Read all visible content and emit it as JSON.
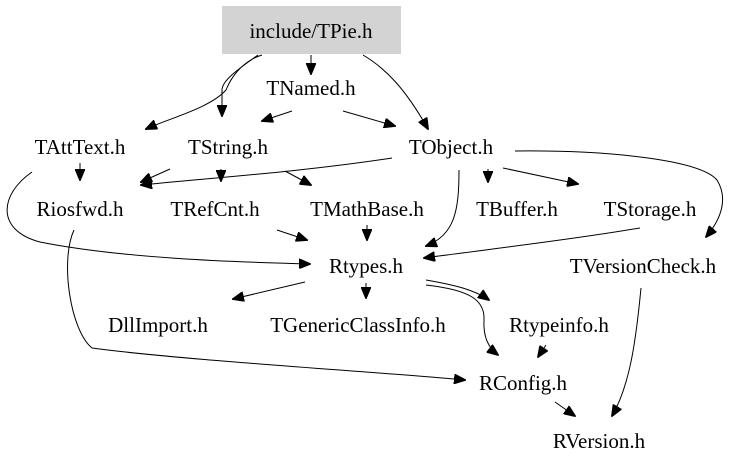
{
  "diagram": {
    "root_fill": "#d3d3d3",
    "edge_color": "#000000",
    "nodes": {
      "tpie": "include/TPie.h",
      "tnamed": "TNamed.h",
      "tatttext": "TAttText.h",
      "tstring": "TString.h",
      "tobject": "TObject.h",
      "riosfwd": "Riosfwd.h",
      "trefcnt": "TRefCnt.h",
      "tmathbase": "TMathBase.h",
      "tbuffer": "TBuffer.h",
      "tstorage": "TStorage.h",
      "rtypes": "Rtypes.h",
      "tversioncheck": "TVersionCheck.h",
      "dllimport": "DllImport.h",
      "tgenericclassinfo": "TGenericClassInfo.h",
      "rtypeinfo": "Rtypeinfo.h",
      "rconfig": "RConfig.h",
      "rversion": "RVersion.h"
    },
    "edges": [
      {
        "from": "tpie",
        "to": "tnamed"
      },
      {
        "from": "tpie",
        "to": "tatttext"
      },
      {
        "from": "tpie",
        "to": "tstring"
      },
      {
        "from": "tpie",
        "to": "tobject"
      },
      {
        "from": "tnamed",
        "to": "tstring"
      },
      {
        "from": "tnamed",
        "to": "tobject"
      },
      {
        "from": "tatttext",
        "to": "riosfwd"
      },
      {
        "from": "tatttext",
        "to": "rtypes"
      },
      {
        "from": "tstring",
        "to": "riosfwd"
      },
      {
        "from": "tstring",
        "to": "trefcnt"
      },
      {
        "from": "tstring",
        "to": "tmathbase"
      },
      {
        "from": "tobject",
        "to": "riosfwd"
      },
      {
        "from": "tobject",
        "to": "tbuffer"
      },
      {
        "from": "tobject",
        "to": "tstorage"
      },
      {
        "from": "tobject",
        "to": "rtypes"
      },
      {
        "from": "tobject",
        "to": "tversioncheck"
      },
      {
        "from": "trefcnt",
        "to": "rtypes"
      },
      {
        "from": "tmathbase",
        "to": "rtypes"
      },
      {
        "from": "tstorage",
        "to": "rtypes"
      },
      {
        "from": "riosfwd",
        "to": "rconfig"
      },
      {
        "from": "rtypes",
        "to": "dllimport"
      },
      {
        "from": "rtypes",
        "to": "tgenericclassinfo"
      },
      {
        "from": "rtypes",
        "to": "rtypeinfo"
      },
      {
        "from": "rtypes",
        "to": "rconfig"
      },
      {
        "from": "rtypeinfo",
        "to": "rconfig"
      },
      {
        "from": "rconfig",
        "to": "rversion"
      },
      {
        "from": "tversioncheck",
        "to": "rversion"
      }
    ]
  }
}
